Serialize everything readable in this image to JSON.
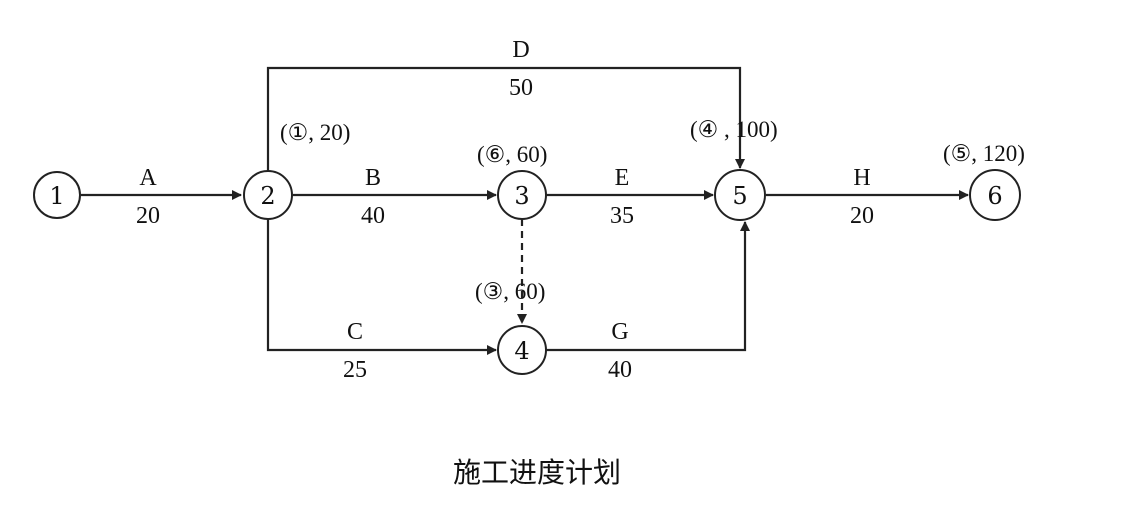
{
  "caption": "施工进度计划",
  "nodes": [
    {
      "id": "1",
      "label": "1"
    },
    {
      "id": "2",
      "label": "2"
    },
    {
      "id": "3",
      "label": "3"
    },
    {
      "id": "4",
      "label": "4"
    },
    {
      "id": "5",
      "label": "5"
    },
    {
      "id": "6",
      "label": "6"
    }
  ],
  "activities": [
    {
      "name": "A",
      "duration": "20",
      "from": "1",
      "to": "2"
    },
    {
      "name": "B",
      "duration": "40",
      "from": "2",
      "to": "3"
    },
    {
      "name": "C",
      "duration": "25",
      "from": "2",
      "to": "4"
    },
    {
      "name": "D",
      "duration": "50",
      "from": "2",
      "to": "5"
    },
    {
      "name": "E",
      "duration": "35",
      "from": "3",
      "to": "5"
    },
    {
      "name": "G",
      "duration": "40",
      "from": "4",
      "to": "5"
    },
    {
      "name": "H",
      "duration": "20",
      "from": "5",
      "to": "6"
    },
    {
      "name": "",
      "duration": "",
      "from": "3",
      "to": "4",
      "dummy": true
    }
  ],
  "annotations": [
    {
      "node": "2",
      "text": "(①, 20)"
    },
    {
      "node": "3",
      "text": "(⑥, 60)"
    },
    {
      "node": "4",
      "text": "(③, 60)"
    },
    {
      "node": "5",
      "text": "(④ , 100)"
    },
    {
      "node": "6",
      "text": "(⑤, 120)"
    }
  ]
}
